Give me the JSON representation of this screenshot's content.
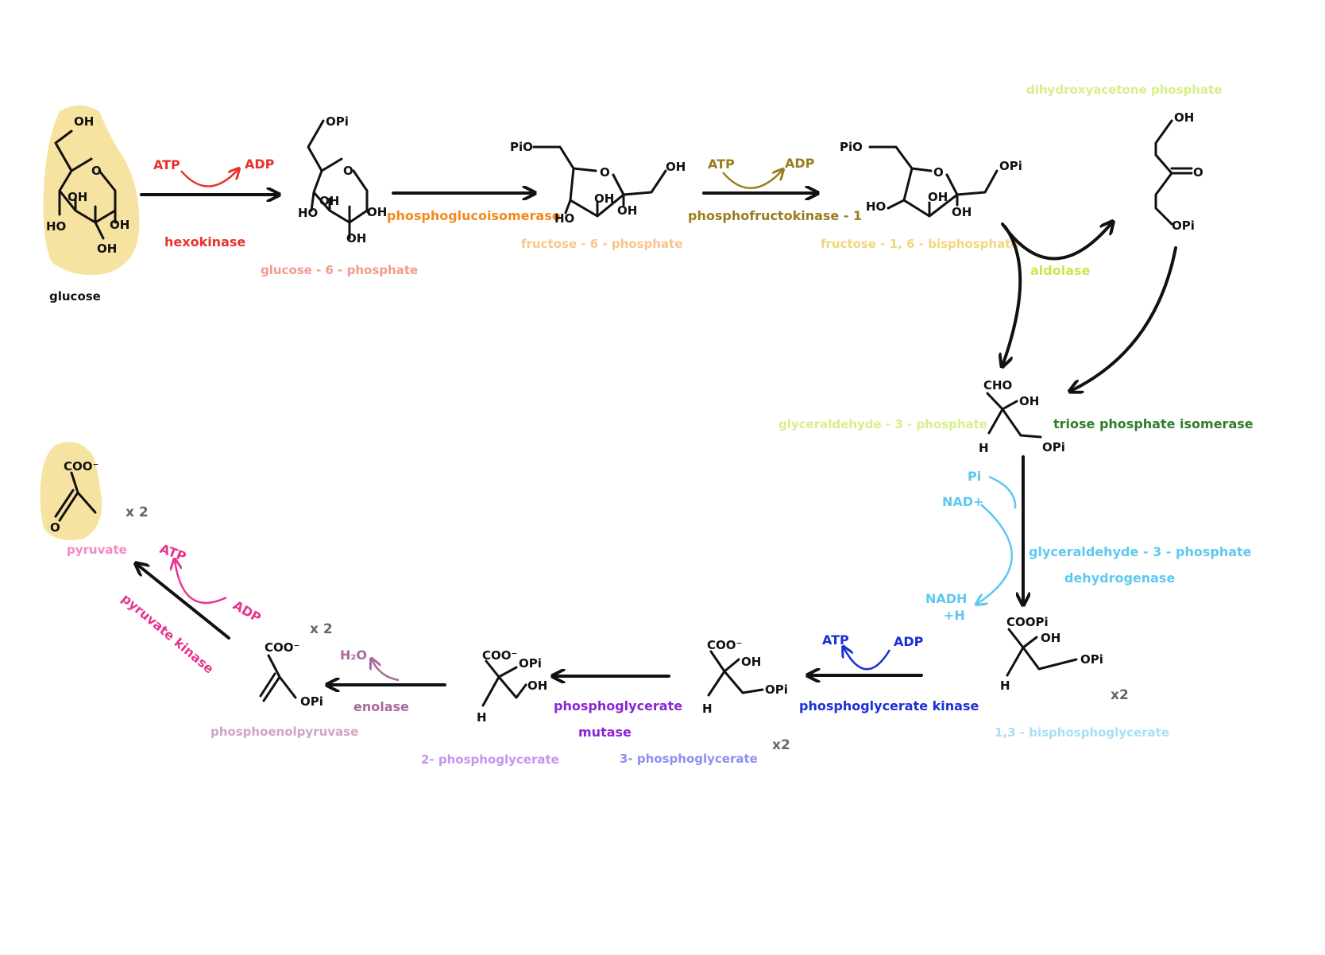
{
  "colors": {
    "ink": "#111111",
    "highlight": "#f7e3a1",
    "glucose_name": "#111111",
    "hexokinase": "#e8322b",
    "g6p": "#f29a8f",
    "phosphoglucoisomerase": "#f08a1e",
    "f6p": "#f8c58a",
    "pfk1": "#9a7d1f",
    "f16bp": "#f2d67a",
    "dhap": "#d6ef8a",
    "aldolase": "#c6e94a",
    "g3p": "#d6ef8a",
    "tpi": "#2e7d2e",
    "g3pdh": "#5ec8f0",
    "bpg": "#a9dff5",
    "pgk": "#1a2fd6",
    "pg3": "#8f8ef2",
    "pgm": "#8a24d6",
    "pg2": "#c693f0",
    "enolase": "#a86a9c",
    "pep": "#cfa5c6",
    "pyruvate_kinase": "#e8338f",
    "pyruvate": "#f28bc4",
    "multiplier": "#666666"
  },
  "icons": {
    "reaction_arrow": "arrow-icon",
    "cofactor_arc": "curved-arrow-icon"
  },
  "molecules": {
    "glucose": {
      "name": "glucose",
      "atoms": {
        "oh_top": "OH",
        "oh1": "OH",
        "oh2": "OH",
        "ho": "HO",
        "oh_bottom": "OH"
      }
    },
    "g6p": {
      "name": "glucose - 6 - phosphate",
      "atoms": {
        "opi": "OPi",
        "oh1": "OH",
        "oh2": "OH",
        "ho": "HO",
        "oh_bottom": "OH"
      }
    },
    "f6p": {
      "name": "fructose - 6 - phosphate",
      "atoms": {
        "pio": "PiO",
        "oh_right": "OH",
        "oh1": "OH",
        "oh2": "OH",
        "ho": "HO"
      }
    },
    "f16bp": {
      "name": "fructose - 1, 6 - bisphosphate",
      "atoms": {
        "pio": "PiO",
        "opi": "OPi",
        "oh1": "OH",
        "oh2": "OH",
        "ho": "HO"
      }
    },
    "dhap": {
      "name": "dihydroxyacetone phosphate",
      "atoms": {
        "oh": "OH",
        "o": "O",
        "opi": "OPi"
      }
    },
    "g3p": {
      "name": "glyceraldehyde - 3 - phosphate",
      "atoms": {
        "cho": "CHO",
        "oh": "OH",
        "h": "H",
        "opi": "OPi"
      }
    },
    "bpg": {
      "name": "1,3 - bisphosphoglycerate",
      "atoms": {
        "coopi": "COOPi",
        "oh": "OH",
        "h": "H",
        "opi": "OPi"
      },
      "multiplier": "x2"
    },
    "pg3": {
      "name": "3- phosphoglycerate",
      "atoms": {
        "coo": "COO⁻",
        "oh": "OH",
        "h": "H",
        "opi": "OPi"
      },
      "multiplier": "x2"
    },
    "pg2": {
      "name": "2- phosphoglycerate",
      "atoms": {
        "coo": "COO⁻",
        "opi": "OPi",
        "oh": "OH",
        "h": "H"
      }
    },
    "pep": {
      "name": "phosphoenolpyruvase",
      "atoms": {
        "coo": "COO⁻",
        "opi": "OPi"
      },
      "multiplier": "x 2"
    },
    "pyruvate": {
      "name": "pyruvate",
      "atoms": {
        "coo": "COO⁻",
        "o": "O"
      },
      "multiplier": "x 2"
    }
  },
  "enzymes": {
    "hexokinase": "hexokinase",
    "phosphoglucoisomerase": "phosphoglucoisomerase",
    "pfk1": "phosphofructokinase - 1",
    "aldolase": "aldolase",
    "tpi": "triose phosphate isomerase",
    "g3pdh_line1": "glyceraldehyde - 3 - phosphate",
    "g3pdh_line2": "dehydrogenase",
    "pgk": "phosphoglycerate kinase",
    "pgm_line1": "phosphoglycerate",
    "pgm_line2": "mutase",
    "enolase": "enolase",
    "pyruvate_kinase": "pyruvate kinase"
  },
  "cofactors": {
    "hexokinase": {
      "in": "ATP",
      "out": "ADP"
    },
    "pfk1": {
      "in": "ATP",
      "out": "ADP"
    },
    "g3pdh": {
      "pi": "Pi",
      "nad": "NAD+",
      "nadh": "NADH",
      "h": "+H"
    },
    "pgk": {
      "in": "ADP",
      "out": "ATP"
    },
    "enolase": {
      "out": "H₂O"
    },
    "pyruvate_kinase": {
      "in": "ADP",
      "out": "ATP"
    }
  }
}
